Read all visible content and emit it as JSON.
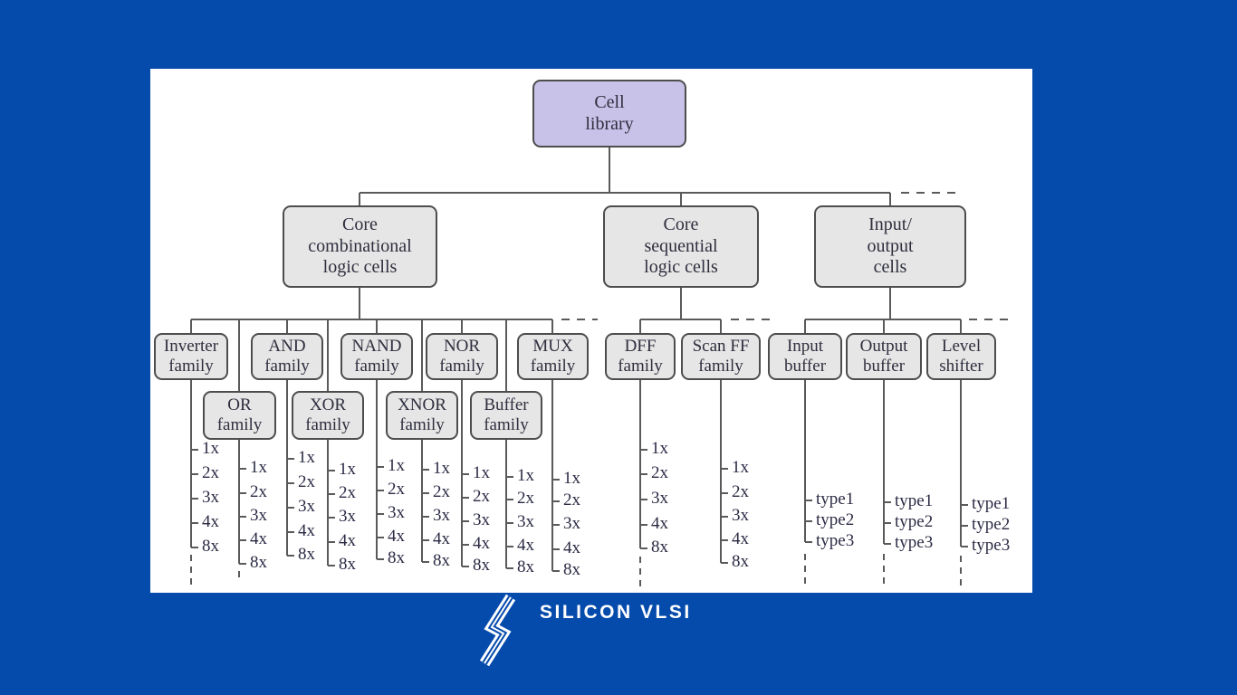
{
  "page": {
    "background": "#054bac",
    "panel_color": "#ffffff"
  },
  "brand": {
    "name": "SILICON VLSI",
    "icon": "s-lightning-icon"
  },
  "colors": {
    "node_fill": "#e6e6e6",
    "node_border": "#4d4d4d",
    "root_fill": "#c9c2e8",
    "line": "#5a5a5a",
    "text": "#2e2e3e"
  },
  "tree": {
    "nodes": {
      "root": {
        "label": "Cell library",
        "lines": [
          "Cell",
          "library"
        ]
      },
      "combinational": {
        "label": "Core combinational logic cells",
        "lines": [
          "Core",
          "combinational",
          "logic cells"
        ]
      },
      "sequential": {
        "label": "Core sequential logic cells",
        "lines": [
          "Core",
          "sequential",
          "logic cells"
        ]
      },
      "io": {
        "label": "Input/output cells",
        "lines": [
          "Input/",
          "output",
          "cells"
        ]
      },
      "inverter": {
        "label": "Inverter family",
        "lines": [
          "Inverter",
          "family"
        ]
      },
      "and": {
        "label": "AND family",
        "lines": [
          "AND",
          "family"
        ]
      },
      "nand": {
        "label": "NAND family",
        "lines": [
          "NAND",
          "family"
        ]
      },
      "nor": {
        "label": "NOR family",
        "lines": [
          "NOR",
          "family"
        ]
      },
      "mux": {
        "label": "MUX family",
        "lines": [
          "MUX",
          "family"
        ]
      },
      "or": {
        "label": "OR family",
        "lines": [
          "OR",
          "family"
        ]
      },
      "xor": {
        "label": "XOR family",
        "lines": [
          "XOR",
          "family"
        ]
      },
      "xnor": {
        "label": "XNOR family",
        "lines": [
          "XNOR",
          "family"
        ]
      },
      "buffer": {
        "label": "Buffer family",
        "lines": [
          "Buffer",
          "family"
        ]
      },
      "dff": {
        "label": "DFF family",
        "lines": [
          "DFF",
          "family"
        ]
      },
      "scanff": {
        "label": "Scan FF family",
        "lines": [
          "Scan FF",
          "family"
        ]
      },
      "input_buffer": {
        "label": "Input buffer",
        "lines": [
          "Input",
          "buffer"
        ]
      },
      "output_buffer": {
        "label": "Output buffer",
        "lines": [
          "Output",
          "buffer"
        ]
      },
      "level_shifter": {
        "label": "Level shifter",
        "lines": [
          "Level",
          "shifter"
        ]
      }
    },
    "drive_strengths": [
      "1x",
      "2x",
      "3x",
      "4x",
      "8x"
    ],
    "io_types": [
      "type1",
      "type2",
      "type3"
    ]
  }
}
